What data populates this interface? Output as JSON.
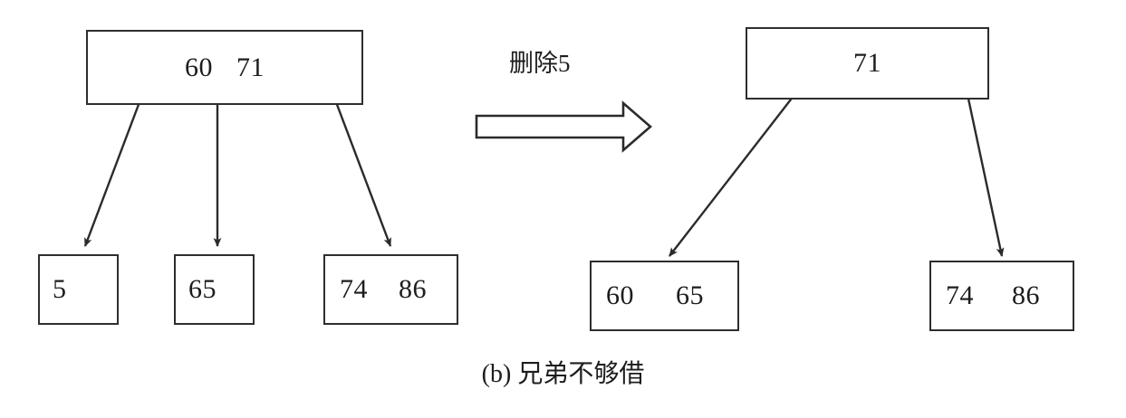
{
  "figure": {
    "caption": "(b) 兄弟不够借",
    "transform_label": "删除5",
    "arrow_icon": "block-arrow-right-icon"
  },
  "before_tree": {
    "root": {
      "keys": [
        "60",
        "71"
      ]
    },
    "leaves": [
      {
        "keys": [
          "5"
        ]
      },
      {
        "keys": [
          "65"
        ]
      },
      {
        "keys": [
          "74",
          "86"
        ]
      }
    ]
  },
  "after_tree": {
    "root": {
      "keys": [
        "71"
      ]
    },
    "leaves": [
      {
        "keys": [
          "60",
          "65"
        ]
      },
      {
        "keys": [
          "74",
          "86"
        ]
      }
    ]
  },
  "colors": {
    "ink": "#2b2b2b",
    "background": "#ffffff"
  }
}
